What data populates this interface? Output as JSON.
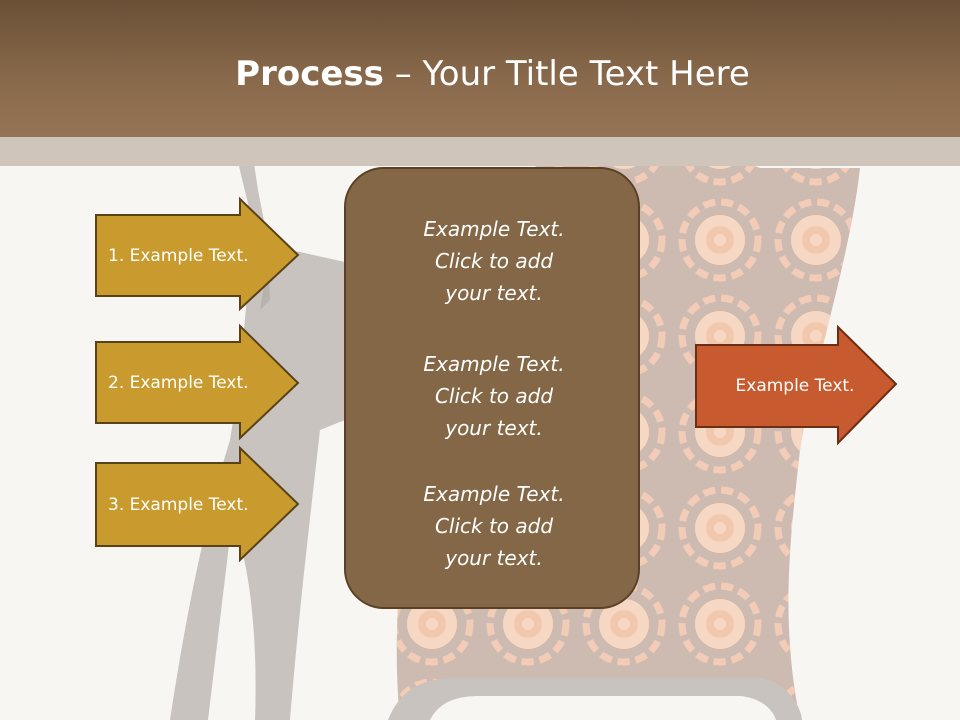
{
  "title": {
    "bold": "Process",
    "separator": " – ",
    "rest": "Your Title Text Here"
  },
  "left_items": [
    {
      "label": "1. Example Text."
    },
    {
      "label": "2. Example Text."
    },
    {
      "label": "3. Example Text."
    }
  ],
  "center_box": {
    "paragraphs": [
      {
        "lines": [
          "Example Text.",
          "Click  to add",
          "your text."
        ]
      },
      {
        "lines": [
          "Example Text.",
          "Click  to add",
          "your text."
        ]
      },
      {
        "lines": [
          "Example Text.",
          "Click  to add",
          "your text."
        ]
      }
    ]
  },
  "right_item": {
    "label": "Example Text."
  },
  "colors": {
    "title_bar": "#8a6a4c",
    "title_strip": "#d0c5bb",
    "left_arrow_fill": "#c99a2e",
    "left_arrow_border": "#5a4218",
    "center_box_fill": "#836746",
    "center_box_border": "#5a4025",
    "right_arrow_fill": "#c75a2e",
    "right_arrow_border": "#6a2e14",
    "silhouette": "#c8c2be",
    "dress_pattern": "#cdbab0",
    "flower": "#f8d9c4"
  }
}
